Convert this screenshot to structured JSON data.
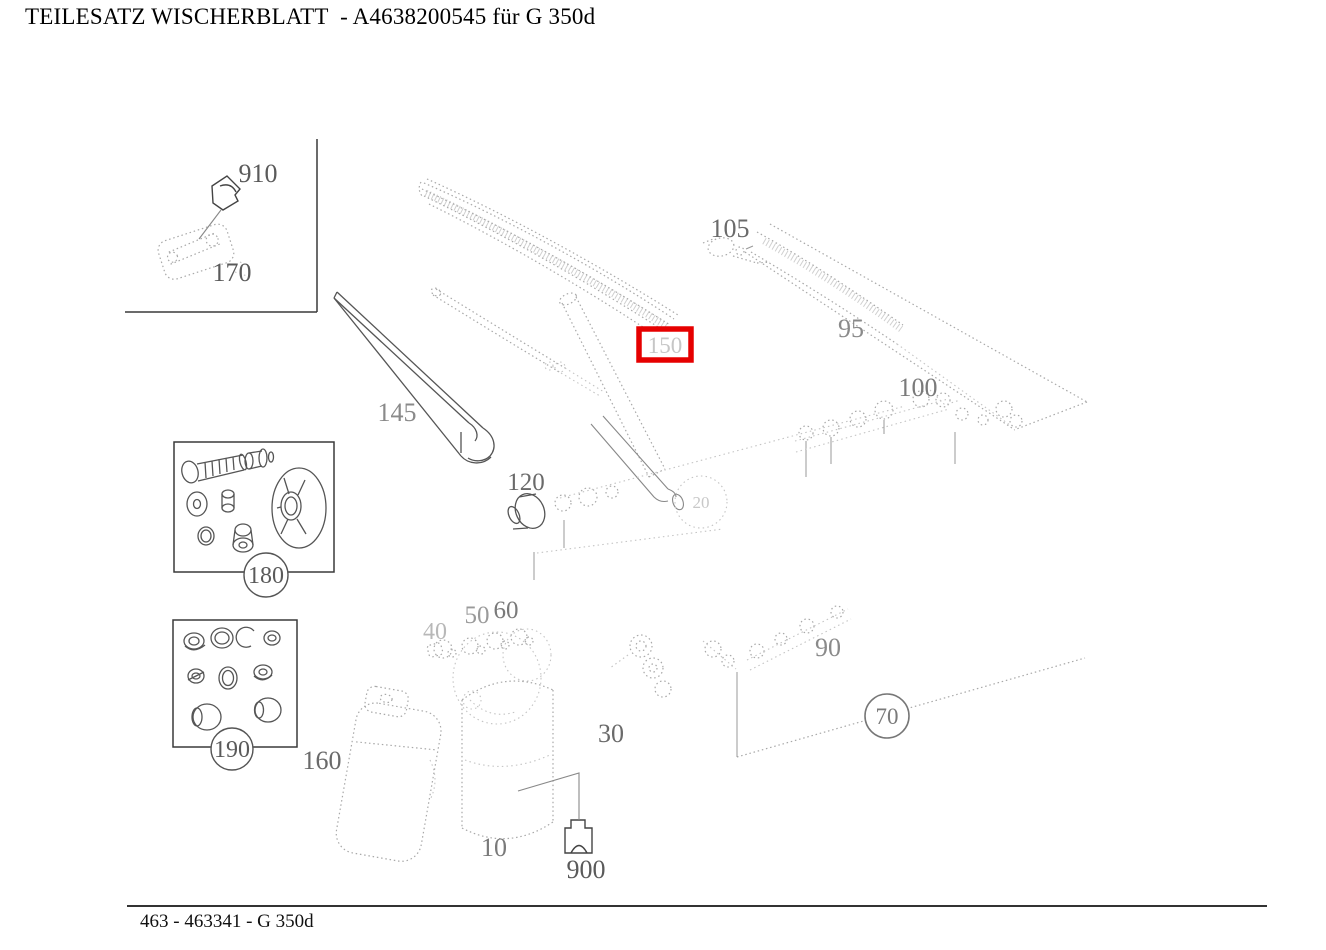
{
  "title": "TEILESATZ WISCHERBLATT  - A4638200545 für G 350d",
  "footer": "463 - 463341 - G 350d",
  "highlight": {
    "part": "150",
    "color": "#e60000"
  },
  "labels": {
    "p10": "10",
    "p20": "20",
    "p30": "30",
    "p40": "40",
    "p50": "50",
    "p60": "60",
    "p70": "70",
    "p90": "90",
    "p95": "95",
    "p100": "100",
    "p105": "105",
    "p120": "120",
    "p145": "145",
    "p150": "150",
    "p160": "160",
    "p170": "170",
    "p180": "180",
    "p190": "190",
    "p900": "900",
    "p910": "910"
  }
}
